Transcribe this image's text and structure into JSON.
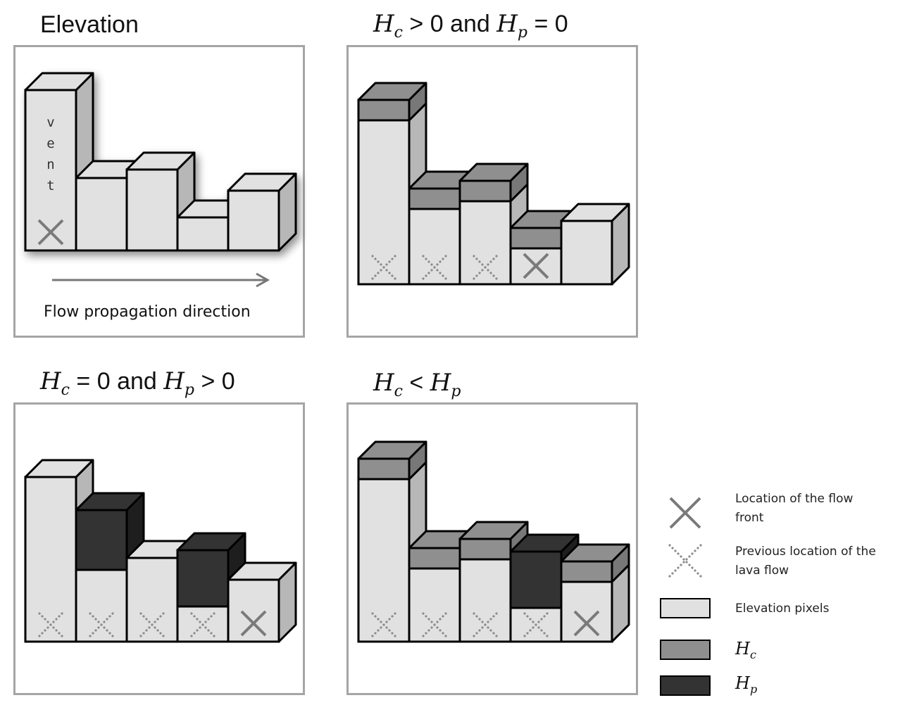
{
  "titles": {
    "p1": "Elevation",
    "p2": {
      "a": "H",
      "a_sub": "c",
      "op1": " > 0 and ",
      "b": "H",
      "b_sub": "p",
      "op2": " = 0"
    },
    "p3": {
      "a": "H",
      "a_sub": "c",
      "op1": " = 0 and ",
      "b": "H",
      "b_sub": "p",
      "op2": " > 0"
    },
    "p4": {
      "a": "H",
      "a_sub": "c",
      "op1": " < ",
      "b": "H",
      "b_sub": "p"
    }
  },
  "vent_letters": [
    "v",
    "e",
    "n",
    "t"
  ],
  "flow_label": "Flow propagation direction",
  "legend": {
    "front": {
      "line1": "Location of the flow",
      "line2": "front"
    },
    "previous": {
      "line1": "Previous location of the",
      "line2": "lava flow"
    },
    "elevation": "Elevation pixels",
    "hc": {
      "base": "H",
      "sub": "c"
    },
    "hp": {
      "base": "H",
      "sub": "p"
    }
  },
  "colors": {
    "elevation": "#e1e1e1",
    "elevation_side": "#b7b7b7",
    "hc": "#8f8f8f",
    "hc_side": "#787878",
    "hp": "#333333",
    "hp_side": "#1e1e1e",
    "border": "#a5a5a5"
  }
}
